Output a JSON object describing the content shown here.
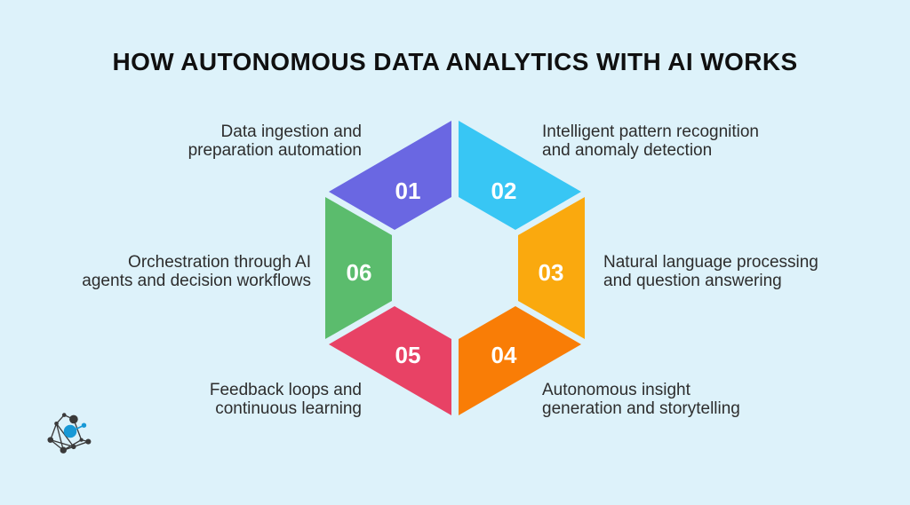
{
  "title": "HOW AUTONOMOUS DATA ANALYTICS WITH AI WORKS",
  "colors": {
    "background": "#ddf2fa",
    "title_text": "#101010",
    "label_text": "#2d2d2d",
    "number_text": "#ffffff"
  },
  "steps": [
    {
      "number": "01",
      "color": "#6a67e2",
      "label": "Data ingestion and preparation automation",
      "lines": [
        "Data ingestion and",
        "preparation automation"
      ]
    },
    {
      "number": "02",
      "color": "#38c6f4",
      "label": "Intelligent pattern recognition and anomaly detection",
      "lines": [
        "Intelligent pattern recognition",
        "and anomaly detection"
      ]
    },
    {
      "number": "03",
      "color": "#faa90e",
      "label": "Natural language processing and question answering",
      "lines": [
        "Natural language processing",
        "and question answering"
      ]
    },
    {
      "number": "04",
      "color": "#f97d06",
      "label": "Autonomous insight generation and storytelling",
      "lines": [
        "Autonomous insight",
        "generation and storytelling"
      ]
    },
    {
      "number": "05",
      "color": "#e84265",
      "label": "Feedback loops and continuous learning",
      "lines": [
        "Feedback loops and",
        "continuous learning"
      ]
    },
    {
      "number": "06",
      "color": "#5bbc6d",
      "label": "Orchestration through AI agents and decision workflows",
      "lines": [
        "Orchestration through AI",
        "agents and decision workflows"
      ]
    }
  ],
  "logo": {
    "node_color": "#3a3a3a",
    "accent_color": "#1899d6"
  }
}
